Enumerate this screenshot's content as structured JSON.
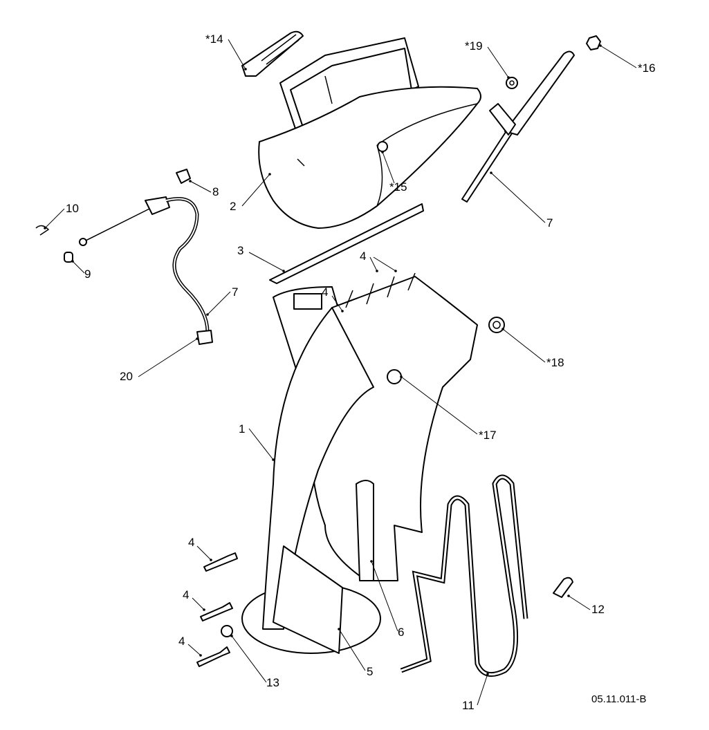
{
  "diagram": {
    "drawing_number": "05.11.011-B",
    "callouts": [
      {
        "id": "c14",
        "text": "*14"
      },
      {
        "id": "c19",
        "text": "*19"
      },
      {
        "id": "c16",
        "text": "*16"
      },
      {
        "id": "c2",
        "text": "2"
      },
      {
        "id": "c15",
        "text": "*15"
      },
      {
        "id": "c8",
        "text": "8"
      },
      {
        "id": "c7a",
        "text": "7"
      },
      {
        "id": "c10",
        "text": "10"
      },
      {
        "id": "c9",
        "text": "9"
      },
      {
        "id": "c3",
        "text": "3"
      },
      {
        "id": "c4a",
        "text": "4"
      },
      {
        "id": "c4b",
        "text": "4"
      },
      {
        "id": "c7b",
        "text": "7"
      },
      {
        "id": "c20",
        "text": "20"
      },
      {
        "id": "c18",
        "text": "*18"
      },
      {
        "id": "c17",
        "text": "*17"
      },
      {
        "id": "c1",
        "text": "1"
      },
      {
        "id": "c4c",
        "text": "4"
      },
      {
        "id": "c4d",
        "text": "4"
      },
      {
        "id": "c4e",
        "text": "4"
      },
      {
        "id": "c13",
        "text": "13"
      },
      {
        "id": "c5",
        "text": "5"
      },
      {
        "id": "c6",
        "text": "6"
      },
      {
        "id": "c12",
        "text": "12"
      },
      {
        "id": "c11",
        "text": "11"
      }
    ]
  }
}
